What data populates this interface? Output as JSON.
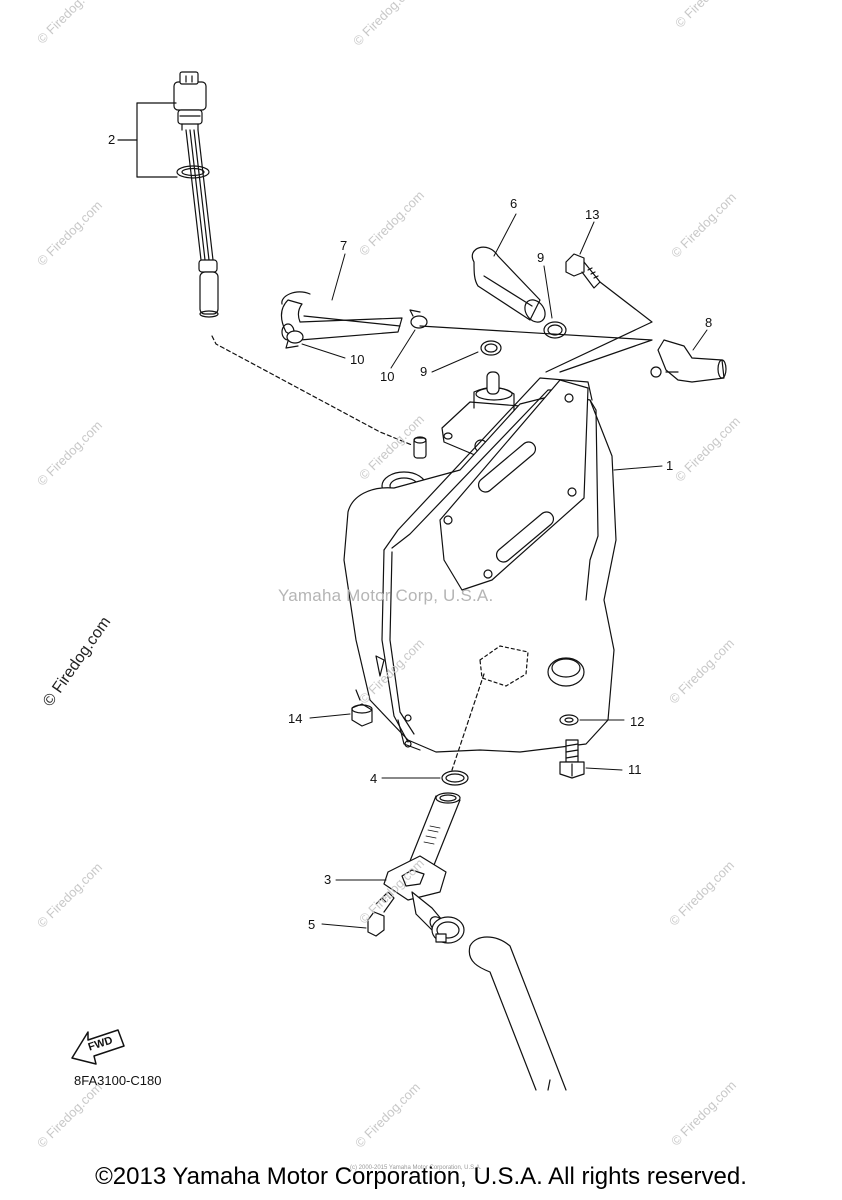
{
  "watermark": "© Firedog.com",
  "center_watermark": "Yamaha Motor Corp, U.S.A.",
  "callouts": [
    "1",
    "2",
    "3",
    "4",
    "5",
    "6",
    "7",
    "8",
    "9",
    "9",
    "10",
    "10",
    "11",
    "12",
    "13",
    "14"
  ],
  "fwd_label": "FWD",
  "diagram_code": "8FA3100-C180",
  "fine_print": "(c) 2000-2015 Yamaha Motor Corporation, U.S.A.",
  "footer": "©2013 Yamaha Motor Corporation, U.S.A. All rights reserved."
}
